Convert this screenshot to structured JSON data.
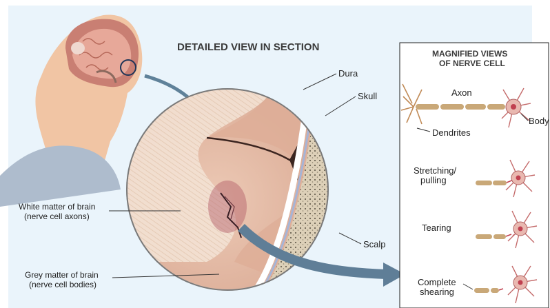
{
  "section_title": "DETAILED VIEW IN SECTION",
  "panel": {
    "title_line1": "MAGNIFIED VIEWS",
    "title_line2": "OF NERVE CELL"
  },
  "labels": {
    "dura": "Dura",
    "skull": "Skull",
    "scalp": "Scalp",
    "white_matter_1": "White matter of brain",
    "white_matter_2": "(nerve cell axons)",
    "grey_matter_1": "Grey matter of brain",
    "grey_matter_2": "(nerve cell bodies)",
    "axon": "Axon",
    "body": "Body",
    "dendrites": "Dendrites",
    "stretching_1": "Stretching/",
    "stretching_2": "pulling",
    "tearing": "Tearing",
    "shearing_1": "Complete",
    "shearing_2": "shearing"
  },
  "colors": {
    "background": "#eaf4fb",
    "arrow": "#5f8199",
    "tissue": "#e5c1ad",
    "white_matter": "#f4e4d8",
    "skull": "#e8dcc8",
    "scalp": "#f4d35e",
    "axon": "#c9a878",
    "cell_body": "#e9b8b0"
  }
}
